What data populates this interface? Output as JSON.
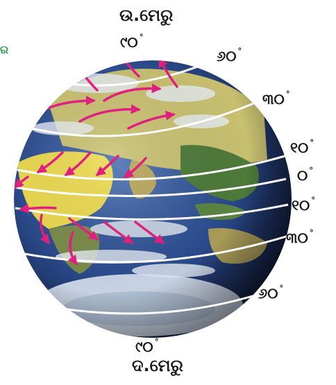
{
  "labels": {
    "north_pole": "ଉ.ମେରୁ",
    "south_pole": "ଦ.ମେରୁ",
    "lat_90_north": "୯୦",
    "lat_60_north": "୬୦",
    "lat_30_north": "୩୦",
    "lat_10_north": "୧୦",
    "lat_0": "୦",
    "lat_10_south": "୧୦",
    "lat_30_south": "୩୦",
    "lat_60_south": "୬୦",
    "lat_90_south": "୯୦",
    "degree_symbol": "°",
    "side_mark": "ର"
  },
  "colors": {
    "wind_arrows": "#e0207f",
    "latitude_lines": "#ffffff",
    "ocean": "#2a4a8c",
    "land_desert": "#e8d84a",
    "land_green": "#4e7a3a",
    "clouds": "#e6ecf4",
    "ice": "#d8e2ee"
  },
  "icons": [
    "globe-icon",
    "wind-arrow-icon"
  ]
}
